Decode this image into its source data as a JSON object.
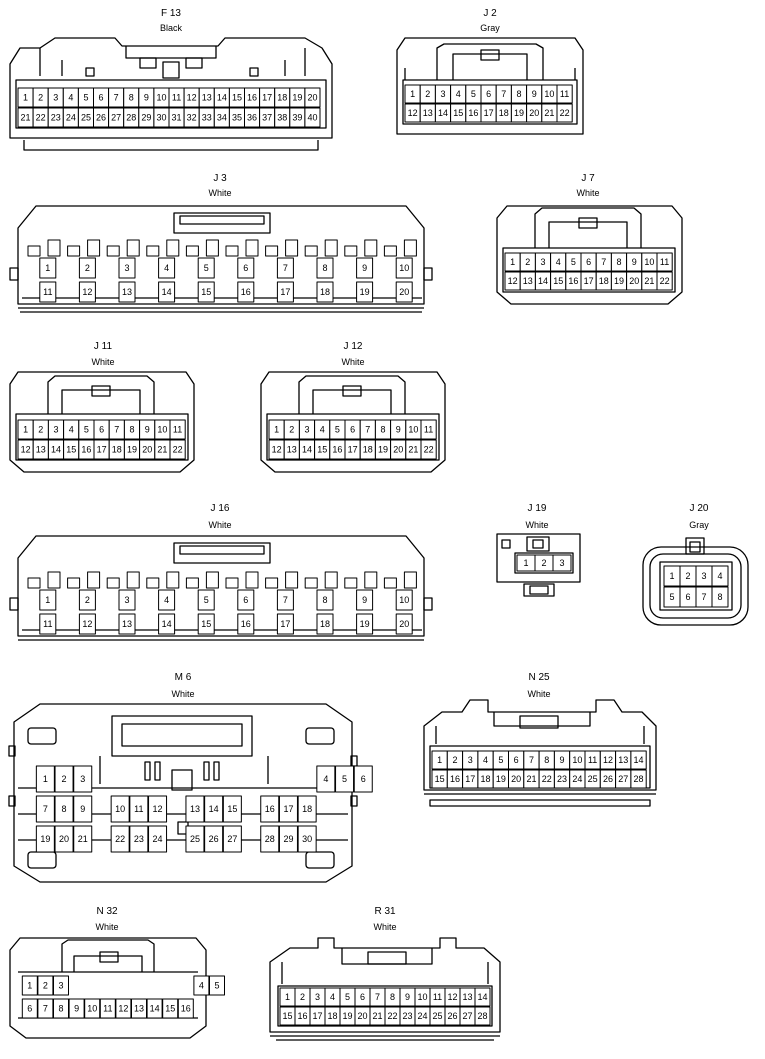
{
  "connectors": [
    {
      "id": "F 13",
      "color": "Black",
      "pins": [
        [
          "1",
          "2",
          "3",
          "4",
          "5",
          "6",
          "7",
          "8",
          "9",
          "10",
          "11",
          "12",
          "13",
          "14",
          "15",
          "16",
          "17",
          "18",
          "19",
          "20"
        ],
        [
          "21",
          "22",
          "23",
          "24",
          "25",
          "26",
          "27",
          "28",
          "29",
          "30",
          "31",
          "32",
          "33",
          "34",
          "35",
          "36",
          "37",
          "38",
          "39",
          "40"
        ]
      ]
    },
    {
      "id": "J 2",
      "color": "Gray",
      "pins": [
        [
          "1",
          "2",
          "3",
          "4",
          "5",
          "6",
          "7",
          "8",
          "9",
          "10",
          "11"
        ],
        [
          "12",
          "13",
          "14",
          "15",
          "16",
          "17",
          "18",
          "19",
          "20",
          "21",
          "22"
        ]
      ]
    },
    {
      "id": "J 3",
      "color": "White",
      "pins": [
        [
          "1",
          "2",
          "3",
          "4",
          "5",
          "6",
          "7",
          "8",
          "9",
          "10"
        ],
        [
          "11",
          "12",
          "13",
          "14",
          "15",
          "16",
          "17",
          "18",
          "19",
          "20"
        ]
      ]
    },
    {
      "id": "J 7",
      "color": "White",
      "pins": [
        [
          "1",
          "2",
          "3",
          "4",
          "5",
          "6",
          "7",
          "8",
          "9",
          "10",
          "11"
        ],
        [
          "12",
          "13",
          "14",
          "15",
          "16",
          "17",
          "18",
          "19",
          "20",
          "21",
          "22"
        ]
      ]
    },
    {
      "id": "J 11",
      "color": "White",
      "pins": [
        [
          "1",
          "2",
          "3",
          "4",
          "5",
          "6",
          "7",
          "8",
          "9",
          "10",
          "11"
        ],
        [
          "12",
          "13",
          "14",
          "15",
          "16",
          "17",
          "18",
          "19",
          "20",
          "21",
          "22"
        ]
      ]
    },
    {
      "id": "J 12",
      "color": "White",
      "pins": [
        [
          "1",
          "2",
          "3",
          "4",
          "5",
          "6",
          "7",
          "8",
          "9",
          "10",
          "11"
        ],
        [
          "12",
          "13",
          "14",
          "15",
          "16",
          "17",
          "18",
          "19",
          "20",
          "21",
          "22"
        ]
      ]
    },
    {
      "id": "J 16",
      "color": "White",
      "pins": [
        [
          "1",
          "2",
          "3",
          "4",
          "5",
          "6",
          "7",
          "8",
          "9",
          "10"
        ],
        [
          "11",
          "12",
          "13",
          "14",
          "15",
          "16",
          "17",
          "18",
          "19",
          "20"
        ]
      ]
    },
    {
      "id": "J 19",
      "color": "White",
      "pins": [
        [
          "1",
          "2",
          "3"
        ]
      ]
    },
    {
      "id": "J 20",
      "color": "Gray",
      "pins": [
        [
          "1",
          "2",
          "3",
          "4"
        ],
        [
          "5",
          "6",
          "7",
          "8"
        ]
      ]
    },
    {
      "id": "M 6",
      "color": "White",
      "pins": [
        [
          "1",
          "2",
          "3",
          "",
          "",
          "",
          "",
          "",
          "",
          "",
          "",
          "",
          "",
          "",
          "",
          "4",
          "5",
          "6"
        ],
        [
          "7",
          "8",
          "9",
          "",
          "10",
          "11",
          "12",
          "",
          "13",
          "14",
          "15",
          "",
          "16",
          "17",
          "18"
        ],
        [
          "19",
          "20",
          "21",
          "",
          "22",
          "23",
          "24",
          "",
          "25",
          "26",
          "27",
          "",
          "28",
          "29",
          "30"
        ]
      ]
    },
    {
      "id": "N 25",
      "color": "White",
      "pins": [
        [
          "1",
          "2",
          "3",
          "4",
          "5",
          "6",
          "7",
          "8",
          "9",
          "10",
          "11",
          "12",
          "13",
          "14"
        ],
        [
          "15",
          "16",
          "17",
          "18",
          "19",
          "20",
          "21",
          "22",
          "23",
          "24",
          "25",
          "26",
          "27",
          "28"
        ]
      ]
    },
    {
      "id": "N 32",
      "color": "White",
      "pins": [
        [
          "1",
          "2",
          "3",
          "",
          "",
          "",
          "",
          "",
          "",
          "",
          "",
          "4",
          "5"
        ],
        [
          "6",
          "7",
          "8",
          "9",
          "10",
          "11",
          "12",
          "13",
          "14",
          "15",
          "16"
        ]
      ]
    },
    {
      "id": "R 31",
      "color": "White",
      "pins": [
        [
          "1",
          "2",
          "3",
          "4",
          "5",
          "6",
          "7",
          "8",
          "9",
          "10",
          "11",
          "12",
          "13",
          "14"
        ],
        [
          "15",
          "16",
          "17",
          "18",
          "19",
          "20",
          "21",
          "22",
          "23",
          "24",
          "25",
          "26",
          "27",
          "28"
        ]
      ]
    }
  ]
}
